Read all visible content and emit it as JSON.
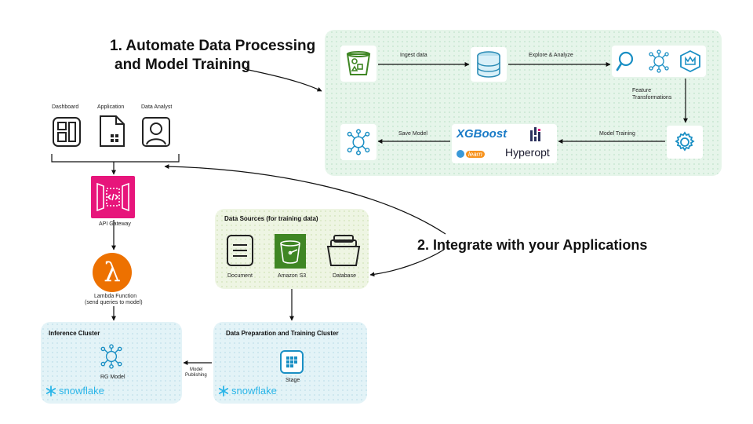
{
  "headings": {
    "automate_line1": "1.  Automate Data Processing",
    "automate_line2": "and Model Training",
    "integrate": "2. Integrate with your Applications"
  },
  "top_flow": {
    "ingest": "Ingest data",
    "explore": "Explore & Analyze",
    "feature_line1": "Feature",
    "feature_line2": "Transformations",
    "model_training": "Model Training",
    "save_model": "Save Model"
  },
  "libraries": {
    "xgboost": "XGBoost",
    "sklearn": "learn",
    "hyperopt": "Hyperopt"
  },
  "clients": {
    "dashboard": "Dashboard",
    "application": "Application",
    "data_analyst": "Data Analyst"
  },
  "api_gateway": "API Gateway",
  "lambda_line1": "Lambda Function",
  "lambda_line2": "(send queries to model)",
  "data_sources": {
    "title": "Data Sources (for training data)",
    "document": "Document",
    "s3": "Amazon S3",
    "database": "Database"
  },
  "inference_cluster": {
    "title": "Inference Cluster",
    "model": "RG Model",
    "brand": "snowflake"
  },
  "training_cluster": {
    "title": "Data Preparation and Training Cluster",
    "stage": "Stage",
    "brand": "snowflake"
  },
  "model_publishing_line1": "Model",
  "model_publishing_line2": "Publishing",
  "colors": {
    "aws_green": "#3f8624",
    "aws_pink": "#e7157b",
    "aws_orange": "#ed7100",
    "snowflake_blue": "#29b5e8",
    "xgboost_blue": "#1a7bc7"
  }
}
